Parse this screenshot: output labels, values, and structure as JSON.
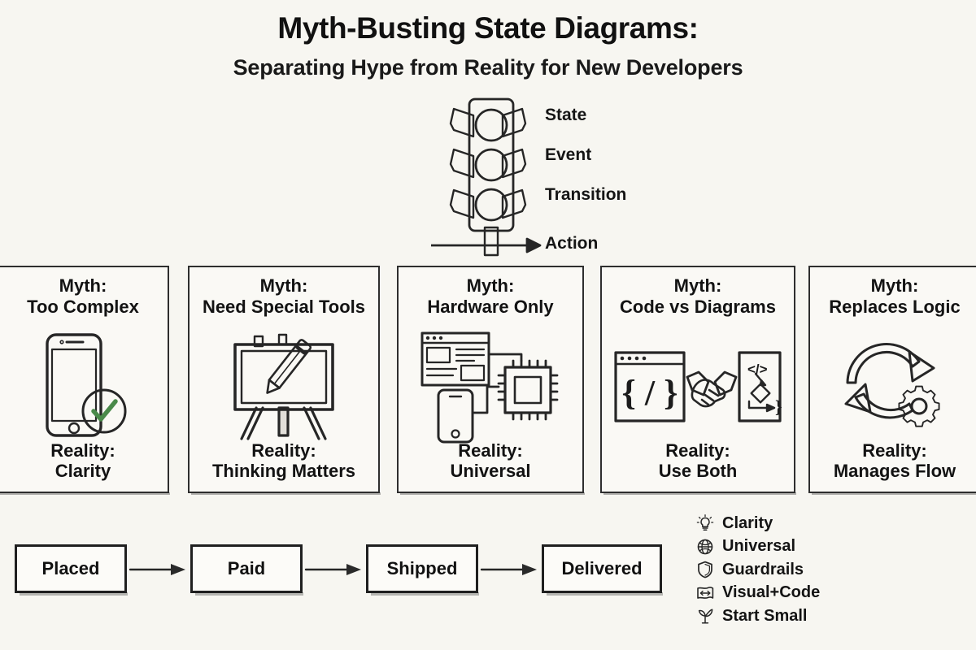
{
  "header": {
    "title": "Myth-Busting State Diagrams:",
    "subtitle": "Separating Hype from Reality for New Developers"
  },
  "traffic_light": {
    "icon": "traffic-light-icon",
    "labels": [
      {
        "text": "State",
        "icon": "traffic-light-lamp-top"
      },
      {
        "text": "Event",
        "icon": "traffic-light-lamp-middle"
      },
      {
        "text": "Transition",
        "icon": "traffic-light-lamp-bottom"
      },
      {
        "text": "Action",
        "icon": "arrow-right-icon"
      }
    ]
  },
  "cards": [
    {
      "myth_label": "Myth:",
      "myth_value": "Too Complex",
      "reality_label": "Reality:",
      "reality_value": "Clarity",
      "icon": "smartphone-check-icon"
    },
    {
      "myth_label": "Myth:",
      "myth_value": "Need Special Tools",
      "reality_label": "Reality:",
      "reality_value": "Thinking Matters",
      "icon": "easel-pencil-icon"
    },
    {
      "myth_label": "Myth:",
      "myth_value": "Hardware Only",
      "reality_label": "Reality:",
      "reality_value": "Universal",
      "icon": "browser-phone-chip-icon"
    },
    {
      "myth_label": "Myth:",
      "myth_value": "Code vs Diagrams",
      "reality_label": "Reality:",
      "reality_value": "Use Both",
      "icon": "code-handshake-diagram-icon"
    },
    {
      "myth_label": "Myth:",
      "myth_value": "Replaces Logic",
      "reality_label": "Reality:",
      "reality_value": "Manages Flow",
      "icon": "cycle-gear-icon"
    }
  ],
  "state_chain": {
    "states": [
      "Placed",
      "Paid",
      "Shipped",
      "Delivered"
    ],
    "arrow_icon": "arrow-right-icon"
  },
  "legend": [
    {
      "label": "Clarity",
      "icon": "lightbulb-icon"
    },
    {
      "label": "Universal",
      "icon": "globe-icon"
    },
    {
      "label": "Guardrails",
      "icon": "shield-icon"
    },
    {
      "label": "Visual+Code",
      "icon": "visual-code-icon"
    },
    {
      "label": "Start Small",
      "icon": "sprout-icon"
    }
  ],
  "colors": {
    "background": "#f7f6f1",
    "ink": "#262626",
    "card_fill": "#faf9f5",
    "accent_green": "#4a8a4a",
    "accent_green_fill": "#dfeedf"
  }
}
